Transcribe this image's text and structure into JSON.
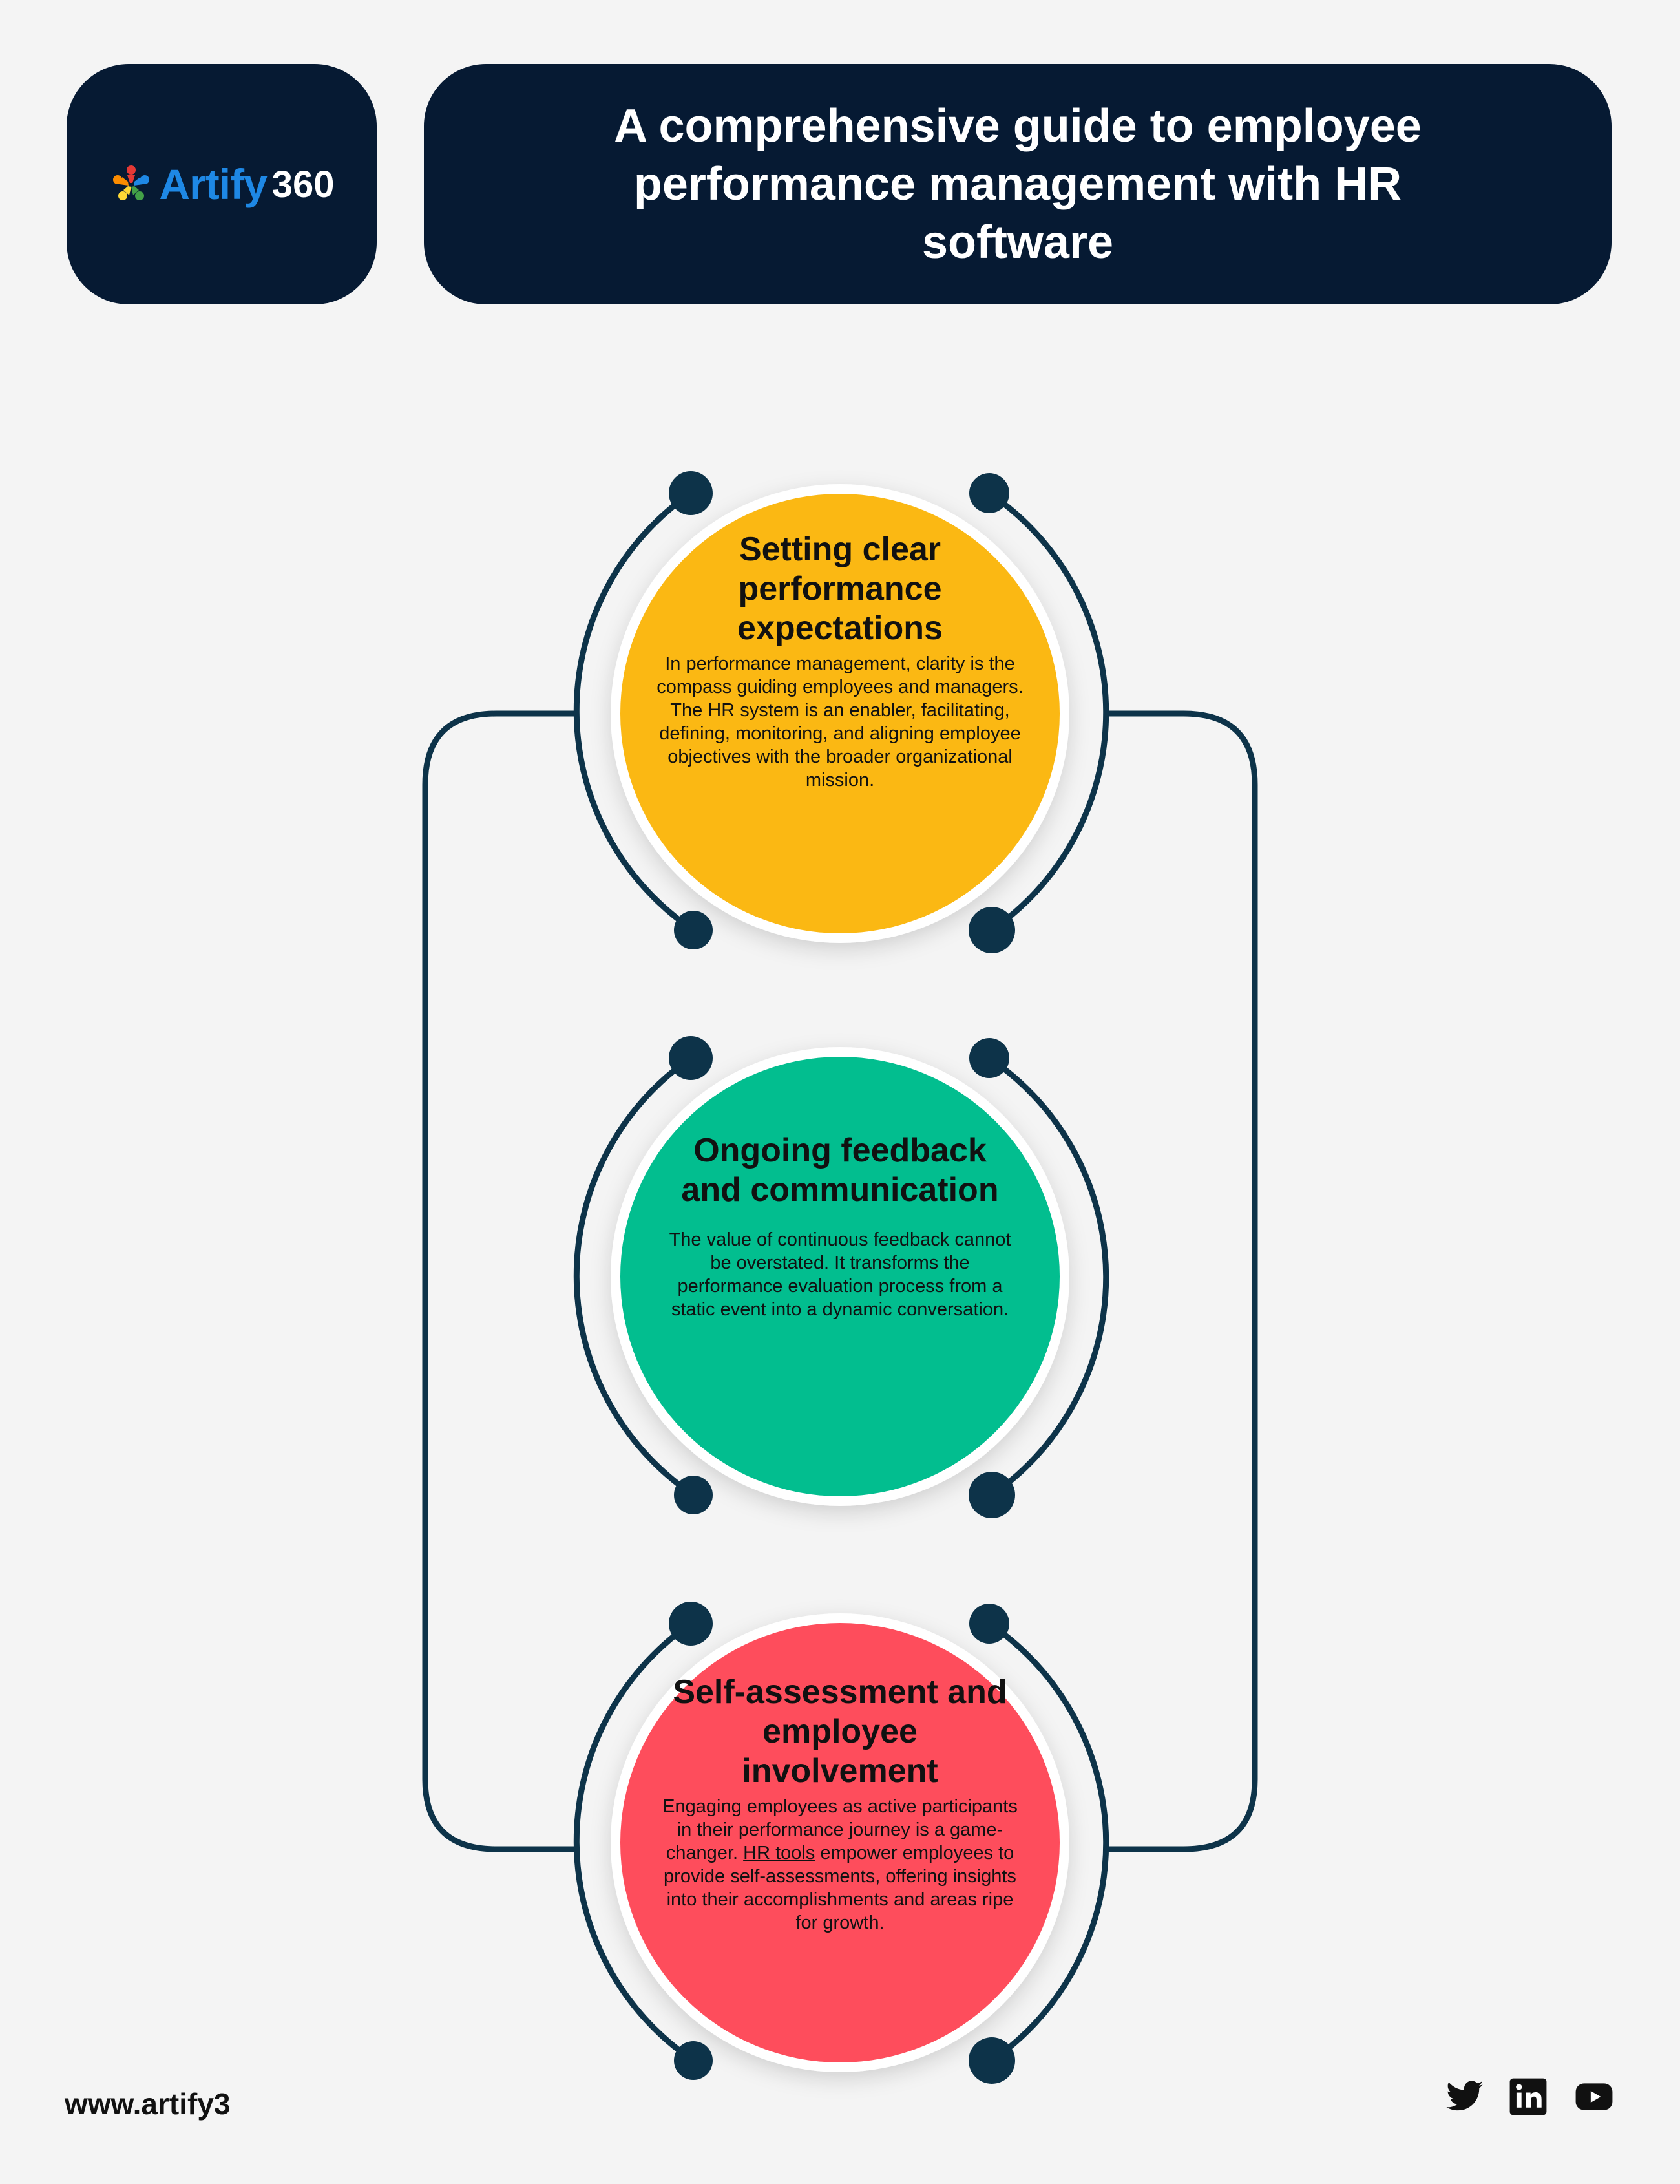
{
  "header": {
    "logo_text": "Artify",
    "logo_number": "360",
    "title": "A comprehensive guide to employee performance management with HR software"
  },
  "steps": [
    {
      "title": "Setting clear performance expectations",
      "body": "In performance management, clarity is the compass guiding employees and managers. The HR system is an enabler, facilitating, defining, monitoring, and aligning employee objectives with the broader organizational mission.",
      "color": "#fbb813"
    },
    {
      "title": "Ongoing feedback and communication",
      "body": "The value of continuous feedback cannot be overstated. It transforms the performance evaluation process from a static event into a dynamic conversation.",
      "color": "#02be8f"
    },
    {
      "title": "Self-assessment and employee involvement",
      "body_before": "Engaging employees as active participants in their performance journey is a game-changer. ",
      "body_link": "HR tools",
      "body_after": " empower employees to provide self-assessments, offering insights into their accomplishments and areas ripe for growth.",
      "color": "#fe4d5c"
    }
  ],
  "footer": {
    "website": "www.artify3",
    "social_icons": [
      "twitter-icon",
      "linkedin-icon",
      "youtube-icon"
    ]
  },
  "colors": {
    "navy": "#061a33",
    "connector": "#0d3349",
    "background": "#f4f4f4"
  }
}
